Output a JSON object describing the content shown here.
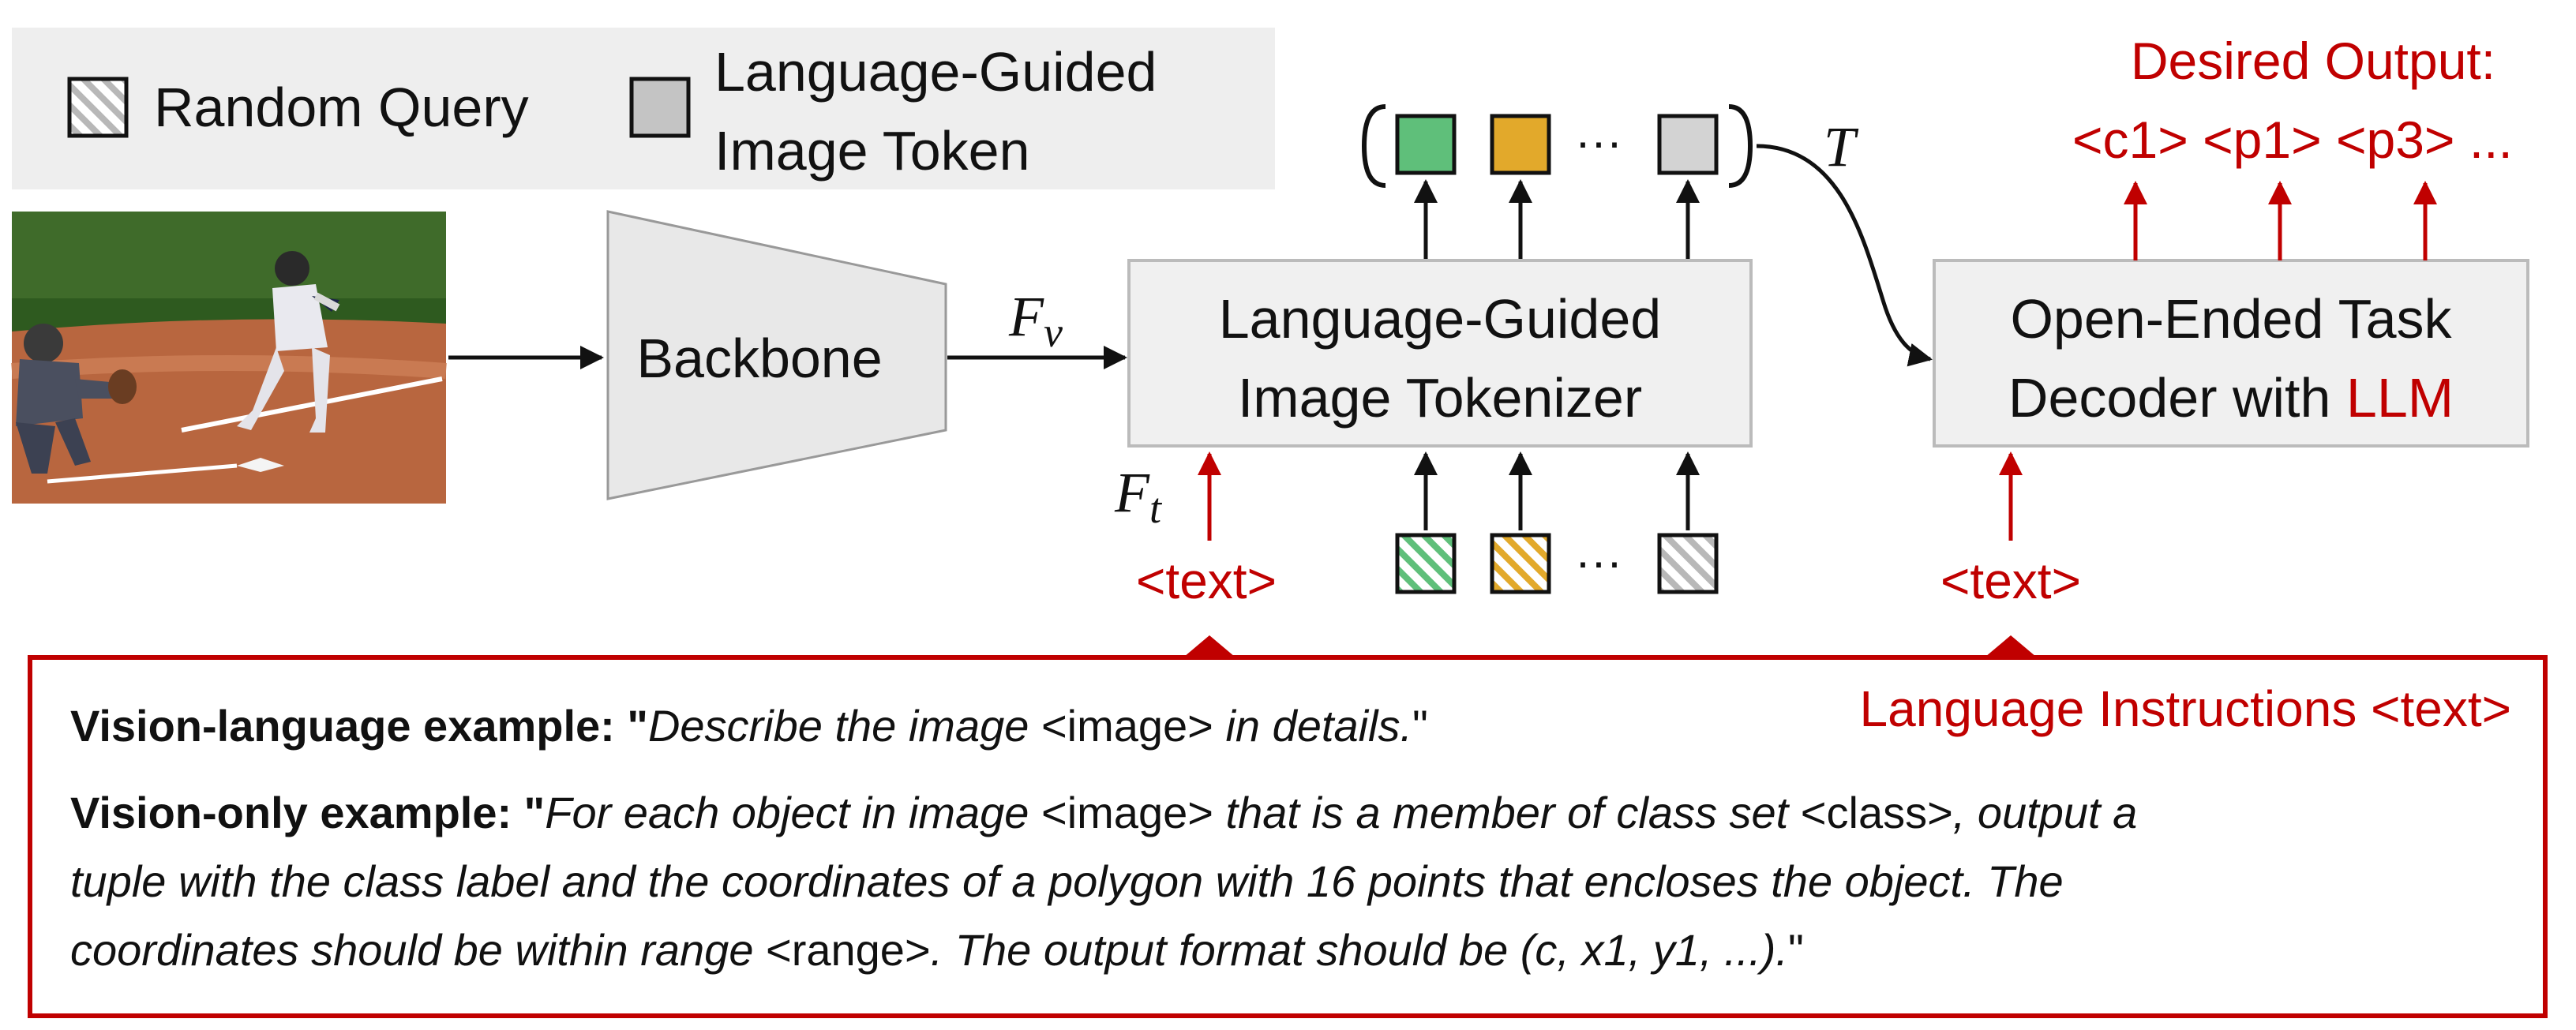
{
  "legend": {
    "random_query_label": "Random Query",
    "image_token_label_line1": "Language-Guided",
    "image_token_label_line2": "Image Token"
  },
  "backbone": {
    "label": "Backbone"
  },
  "tokenizer": {
    "line1": "Language-Guided",
    "line2": "Image Tokenizer"
  },
  "decoder": {
    "line1": "Open-Ended Task",
    "line2_prefix": "Decoder with ",
    "line2_highlight": "LLM"
  },
  "symbols": {
    "fv_base": "F",
    "fv_sub": "v",
    "ft_base": "F",
    "ft_sub": "t",
    "t": "T",
    "ellipsis": "···"
  },
  "text_inputs": {
    "tokenizer_text": "<text>",
    "decoder_text": "<text>"
  },
  "output": {
    "title": "Desired Output:",
    "tokens": "<c1> <p1> <p3> ..."
  },
  "instructions": {
    "label": "Language Instructions <text>",
    "vl_bold": "Vision-language example: \"",
    "vl_italic1": "Describe the image ",
    "vl_token": "<image>",
    "vl_italic2": " in details.",
    "vl_end": "\"",
    "vo_bold": "Vision-only example: \"",
    "vo_line1_italic1": "For each object in image ",
    "vo_line1_token1": "<image>",
    "vo_line1_italic2": " that is a member of class set ",
    "vo_line1_token2": "<class>",
    "vo_line1_italic3": ", output a",
    "vo_line2_italic": "tuple with the class label and the coordinates of a polygon with 16 points that encloses the object.  The",
    "vo_line3_italic1": "coordinates should be within range ",
    "vo_line3_token": "<range>",
    "vo_line3_italic2": ". The output format should be (c, x1, y1, ...).",
    "vo_end": "\""
  },
  "colors": {
    "accent_red": "#c00000",
    "token_green": "#5fbf7a",
    "token_yellow": "#e2a92b",
    "token_gray": "#d3d3d3",
    "box_fill": "#f0f0f0",
    "backbone_fill": "#e8e8e8"
  }
}
